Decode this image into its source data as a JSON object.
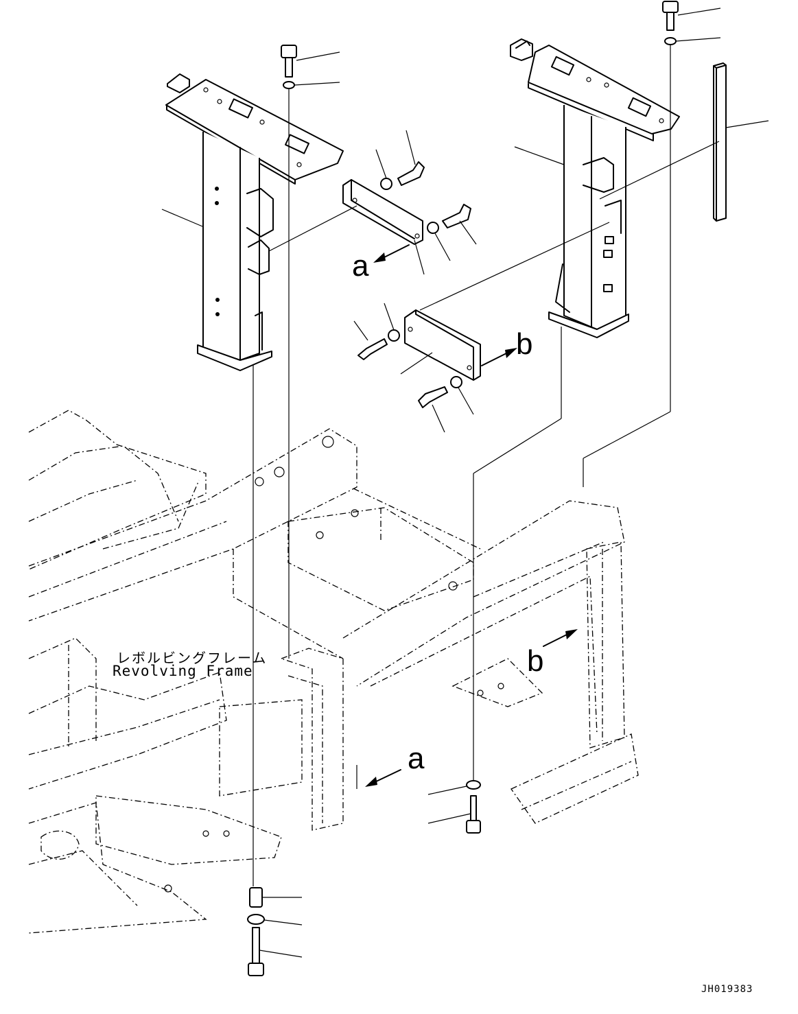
{
  "labels": {
    "arrow_a_upper": "a",
    "arrow_b_upper": "b",
    "arrow_a_lower": "a",
    "arrow_b_lower": "b",
    "frame_name_jp": "レボルビングフレーム",
    "frame_name_en": "Revolving Frame",
    "drawing_code": "JH019383"
  }
}
